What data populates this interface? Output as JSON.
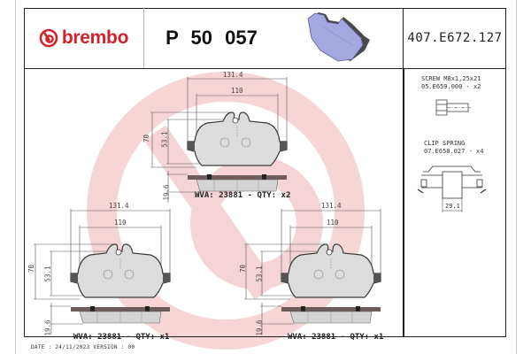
{
  "header": {
    "brand": "brembo",
    "part_number": "P 50 057",
    "reference_code": "407.E672.127"
  },
  "colors": {
    "brand_red": "#d2232a",
    "watermark_pink": "#f3c9cc",
    "pad_fill": "#d9d9d9",
    "backing_plate": "#6e5b5b"
  },
  "views": [
    {
      "id": "top",
      "width_overall": "131.4",
      "width_inner": "110",
      "height_overall": "70",
      "height_friction": "53.1",
      "thickness": "19.6",
      "label": "WVA: 23881 - QTY: x2"
    },
    {
      "id": "bottom-left",
      "width_overall": "131.4",
      "width_inner": "110",
      "height_overall": "70",
      "height_friction": "53.1",
      "thickness": "19.6",
      "label": "WVA: 23881 - QTY: x1"
    },
    {
      "id": "bottom-right",
      "width_overall": "131.4",
      "width_inner": "110",
      "height_overall": "70",
      "height_friction": "53.1",
      "thickness": "19.6",
      "label": "WVA: 23881 - QTY: x1"
    }
  ],
  "accessories": {
    "screw": {
      "name": "SCREW M8x1,25x21",
      "code": "05.E659.000 - x2"
    },
    "clip": {
      "name": "CLIP SPRING",
      "code": "07.E658.027 - x4",
      "dimension": "29.1"
    }
  },
  "footer": {
    "date_line": "DATE : 24/11/2023 VERSION : 00"
  }
}
